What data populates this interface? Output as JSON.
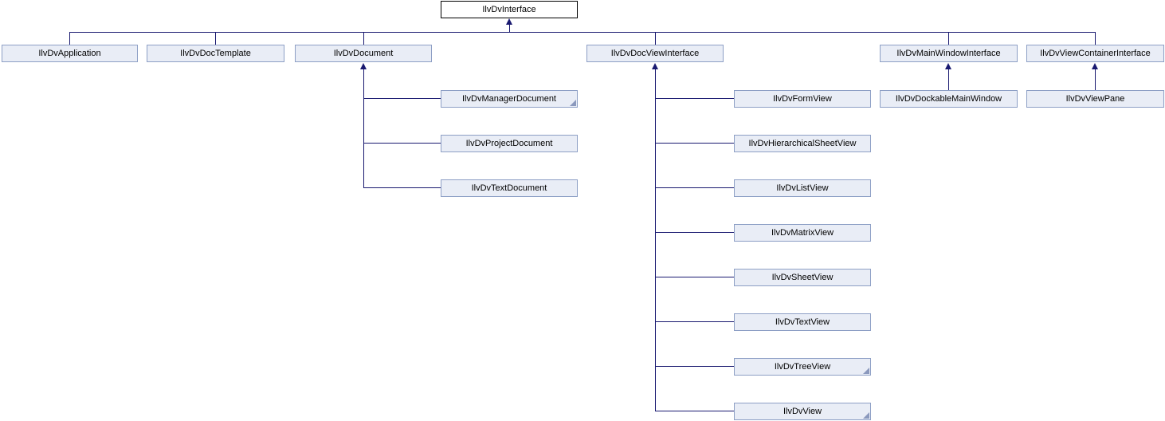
{
  "diagram": {
    "type": "class-inheritance-graph",
    "root": {
      "label": "IlvDvInterface"
    },
    "interfaces": [
      {
        "label": "IlvDvApplication"
      },
      {
        "label": "IlvDvDocTemplate"
      },
      {
        "label": "IlvDvDocument"
      },
      {
        "label": "IlvDvDocViewInterface"
      },
      {
        "label": "IlvDvMainWindowInterface"
      },
      {
        "label": "IlvDvViewContainerInterface"
      }
    ],
    "document_subclasses": [
      {
        "label": "IlvDvManagerDocument",
        "truncated": true
      },
      {
        "label": "IlvDvProjectDocument",
        "truncated": false
      },
      {
        "label": "IlvDvTextDocument",
        "truncated": false
      }
    ],
    "docview_subclasses": [
      {
        "label": "IlvDvFormView",
        "truncated": false
      },
      {
        "label": "IlvDvHierarchicalSheetView",
        "truncated": false
      },
      {
        "label": "IlvDvListView",
        "truncated": false
      },
      {
        "label": "IlvDvMatrixView",
        "truncated": false
      },
      {
        "label": "IlvDvSheetView",
        "truncated": false
      },
      {
        "label": "IlvDvTextView",
        "truncated": false
      },
      {
        "label": "IlvDvTreeView",
        "truncated": true
      },
      {
        "label": "IlvDvView",
        "truncated": true
      }
    ],
    "mainwindow_subclasses": [
      {
        "label": "IlvDvDockableMainWindow",
        "truncated": false
      }
    ],
    "viewcontainer_subclasses": [
      {
        "label": "IlvDvViewPane",
        "truncated": false
      }
    ],
    "colors": {
      "node_fill": "#e9edf6",
      "node_border": "#8d9fc5",
      "root_fill": "#ffffff",
      "root_border": "#000000",
      "edge": "#191970",
      "fold": "#8b99bd"
    }
  }
}
